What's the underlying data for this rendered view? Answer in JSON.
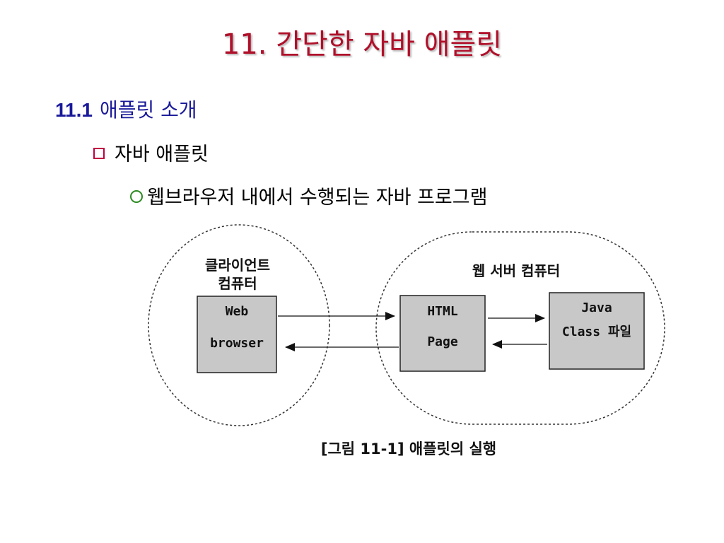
{
  "title": "11. 간단한 자바 애플릿",
  "section": {
    "number": "11.1",
    "label": "애플릿 소개"
  },
  "bullet_level1": "자바 애플릿",
  "bullet_level2": "웹브라우저 내에서 수행되는 자바 프로그램",
  "diagram": {
    "client_label_line1": "클라이언트",
    "client_label_line2": "컴퓨터",
    "server_label": "웹 서버 컴퓨터",
    "web_browser_line1": "Web",
    "web_browser_line2": "browser",
    "html_page_line1": "HTML",
    "html_page_line2": "Page",
    "java_class_line1": "Java",
    "java_class_line2": "Class 파일",
    "caption": "[그림 11-1] 애플릿의 실행"
  },
  "colors": {
    "title": "#b0102a",
    "section": "#1a1a9a",
    "box_fill": "#c8c8c8",
    "square_bullet": "#c00040",
    "circle_bullet": "#2a8a20"
  }
}
